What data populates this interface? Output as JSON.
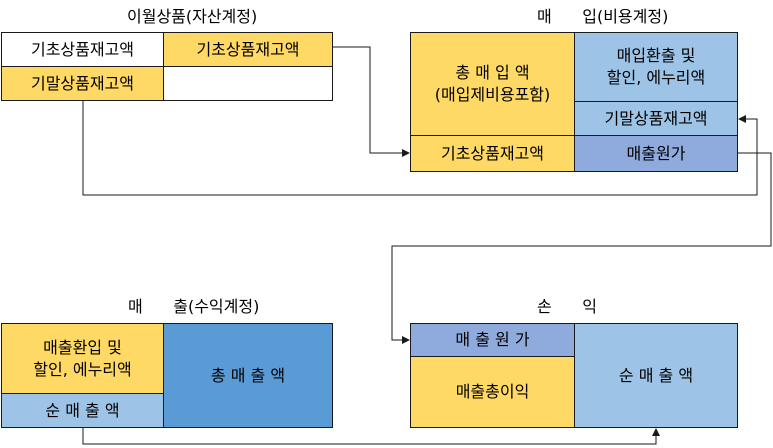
{
  "merch": {
    "title": "이월상품(자산계정)",
    "beg_left": "기초상품재고액",
    "beg_right": "기초상품재고액",
    "end_left": "기말상품재고액"
  },
  "purchase": {
    "title": "매      입(비용계정)",
    "total": "총 매 입 액\n(매입제비용포함)",
    "returns": "매입환출 및\n할인, 에누리액",
    "end_inventory": "기말상품재고액",
    "beg_inventory": "기초상품재고액",
    "cogs": "매출원가"
  },
  "sales": {
    "title": "매      출(수익계정)",
    "returns": "매출환입 및\n할인, 에누리액",
    "net": "순 매 출 액",
    "total": "총 매 출 액"
  },
  "pl": {
    "title": "손      익",
    "cogs": "매 출 원 가",
    "gross_profit": "매출총이익",
    "net_sales": "순 매 출 액"
  },
  "colors": {
    "yellow": "#ffd966",
    "light_blue": "#9dc3e6",
    "medium_blue": "#8faadc",
    "dark_blue": "#5b9bd5"
  }
}
